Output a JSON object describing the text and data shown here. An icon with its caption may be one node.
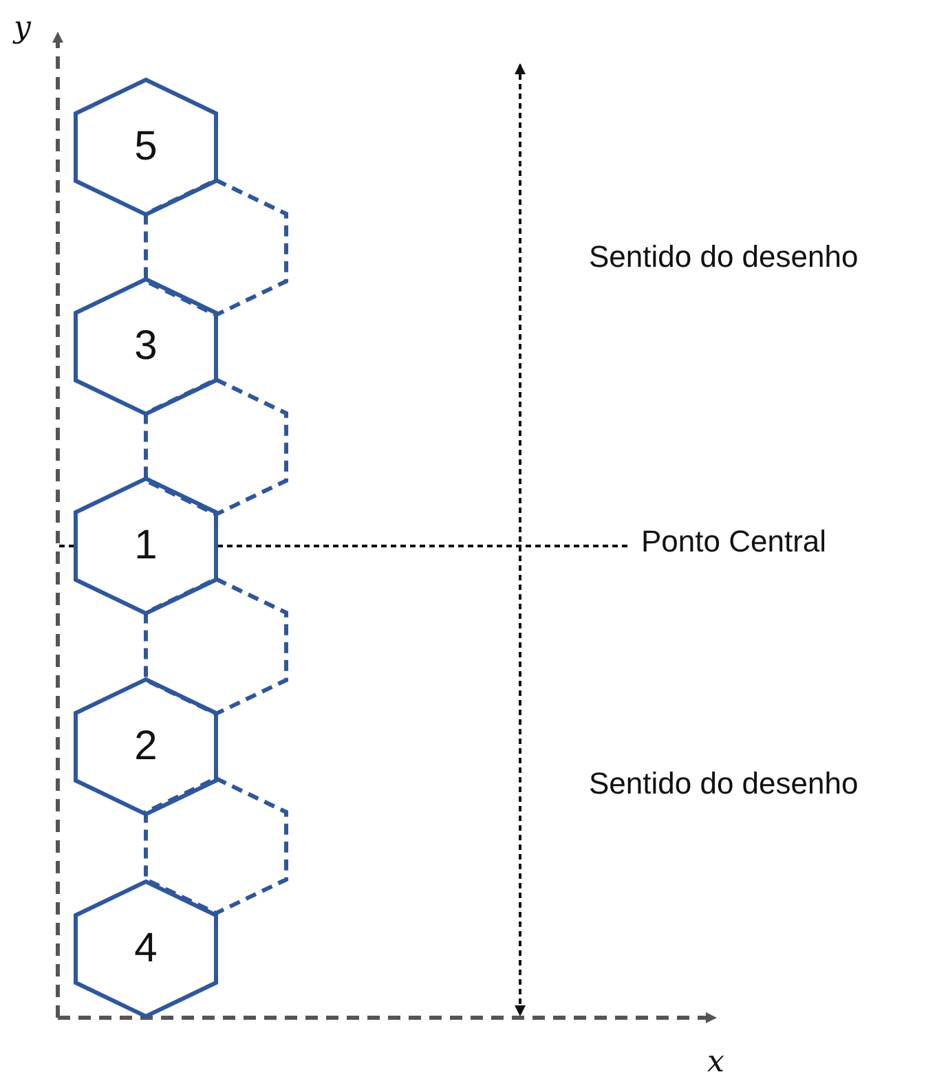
{
  "diagram": {
    "nodes": [
      {
        "text": [
          "5"
        ]
      },
      {
        "text": [],
        "shape": "hexagon"
      },
      {
        "text": [
          "3"
        ]
      },
      {
        "text": [],
        "shape": "hexagon"
      },
      {
        "text": [
          "1"
        ]
      },
      {
        "text": [
          "Ponto Central"
        ]
      },
      {
        "text": [],
        "shape": "hexagon"
      },
      {
        "text": [
          "2"
        ]
      },
      {
        "text": [],
        "shape": "hexagon"
      },
      {
        "text": [
          "4"
        ]
      }
    ],
    "edges": [
      {
        "from": 5,
        "to": 4,
        "arrow": "none",
        "style": "dashed"
      }
    ],
    "labels": [
      "y",
      "Sentido do desenho",
      "Sentido do desenho",
      "x"
    ]
  }
}
